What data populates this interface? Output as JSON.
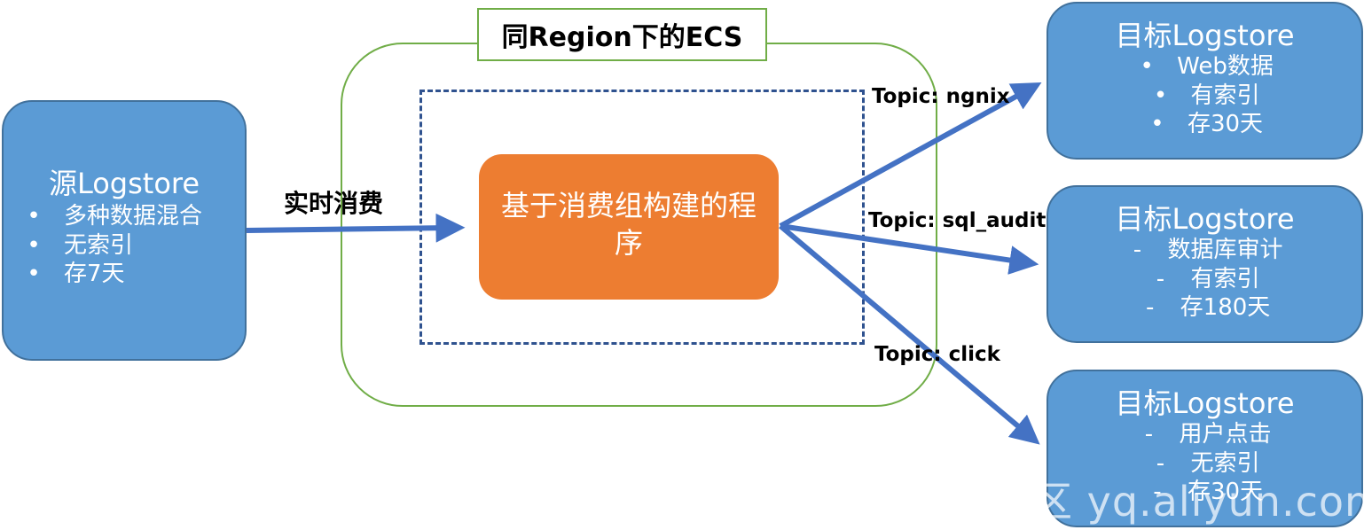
{
  "source": {
    "title": "源Logstore",
    "items": [
      {
        "marker": "•",
        "text": "多种数据混合"
      },
      {
        "marker": "•",
        "text": "无索引"
      },
      {
        "marker": "•",
        "text": "存7天"
      }
    ]
  },
  "realtime_label": "实时消费",
  "ecs_label": "同Region下的ECS",
  "consumer_program": "基于消费组构建的程序",
  "topics": [
    "Topic: ngnix",
    "Topic: sql_audit",
    "Topic: click"
  ],
  "targets": [
    {
      "title": "目标Logstore",
      "items": [
        {
          "marker": "•",
          "text": "Web数据"
        },
        {
          "marker": "•",
          "text": "有索引"
        },
        {
          "marker": "•",
          "text": "存30天"
        }
      ]
    },
    {
      "title": "目标Logstore",
      "items": [
        {
          "marker": "-",
          "text": "数据库审计"
        },
        {
          "marker": "-",
          "text": "有索引"
        },
        {
          "marker": "-",
          "text": "存180天"
        }
      ]
    },
    {
      "title": "目标Logstore",
      "items": [
        {
          "marker": "-",
          "text": "用户点击"
        },
        {
          "marker": "-",
          "text": "无索引"
        },
        {
          "marker": "-",
          "text": "存30天"
        }
      ]
    }
  ],
  "watermark": "云栖社区 yq.aliyun.com",
  "colors": {
    "box_blue": "#5b9bd5",
    "box_border": "#41719c",
    "program_orange": "#ed7d31",
    "container_green": "#70ad47",
    "frame_dash": "#2f528f",
    "arrow": "#4472c4"
  }
}
